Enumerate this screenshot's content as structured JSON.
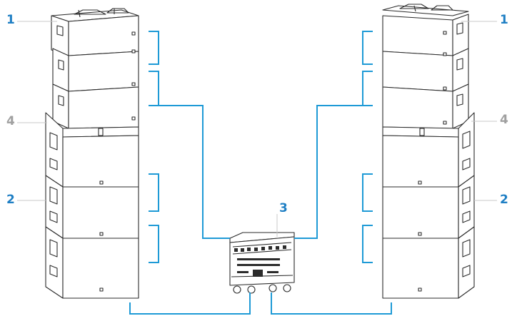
{
  "colors": {
    "cable": "#1e9ad6",
    "callout_primary": "#1f7fc4",
    "callout_secondary": "#a0a0a0",
    "outline": "#2b2b2b",
    "leader": "#c8c8c8"
  },
  "callouts": {
    "line_array_module": "1",
    "subwoofer": "2",
    "amplifier_rack": "3",
    "rigging_frame": "4"
  },
  "left_stack": {
    "top_modules": 3,
    "sub_modules": 3
  },
  "right_stack": {
    "top_modules": 3,
    "sub_modules": 3
  }
}
